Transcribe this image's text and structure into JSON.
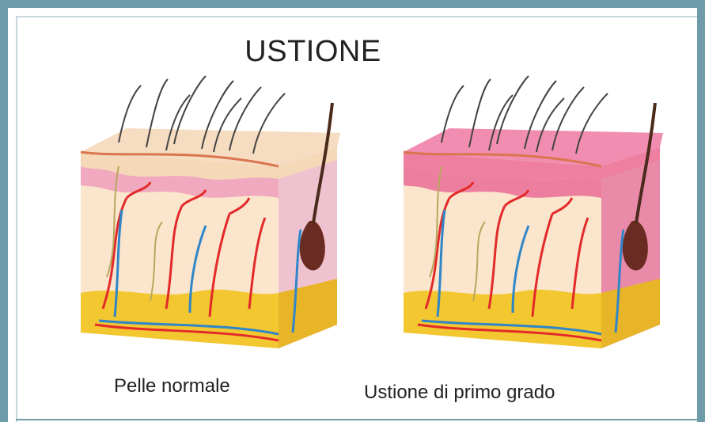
{
  "title": "USTIONE",
  "panels": [
    {
      "caption": "Pelle normale",
      "state": "normal"
    },
    {
      "caption": "Ustione di primo grado",
      "state": "burned"
    }
  ],
  "colors": {
    "frame": "#6d9ba9",
    "epidermis_normal": "#f5d8b8",
    "epidermis_burned": "#ee7fa0",
    "dermis": "#fbe5cc",
    "dermis_band": "#f1a9c0",
    "fat": "#f2c730",
    "artery": "#e32a2a",
    "vein": "#2f86c8",
    "nerve": "#b7a85e",
    "hair": "#5a3a2a"
  }
}
